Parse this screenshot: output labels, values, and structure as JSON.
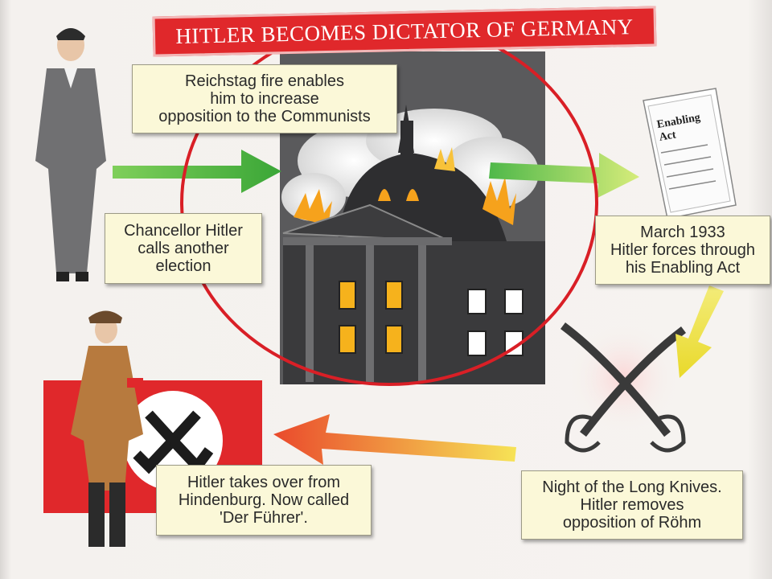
{
  "title": "HITLER BECOMES DICTATOR OF GERMANY",
  "captions": {
    "reichstag_fire": "Reichstag fire enables\nhim to increase\nopposition to the Communists",
    "chancellor": "Chancellor Hitler\ncalls another\nelection",
    "march_1933": "March 1933\nHitler forces through\nhis Enabling Act",
    "long_knives": "Night of the Long Knives.\nHitler removes\nopposition of Röhm",
    "der_fuhrer": "Hitler takes over from\nHindenburg. Now called\n'Der Führer'."
  },
  "document_label": "Enabling\nAct",
  "colors": {
    "title_red": "#e0282b",
    "caption_bg": "#fbf8d8",
    "highlight_circle": "#d91f26",
    "building": "#4a4a4c",
    "fire": "#f6a21c"
  }
}
